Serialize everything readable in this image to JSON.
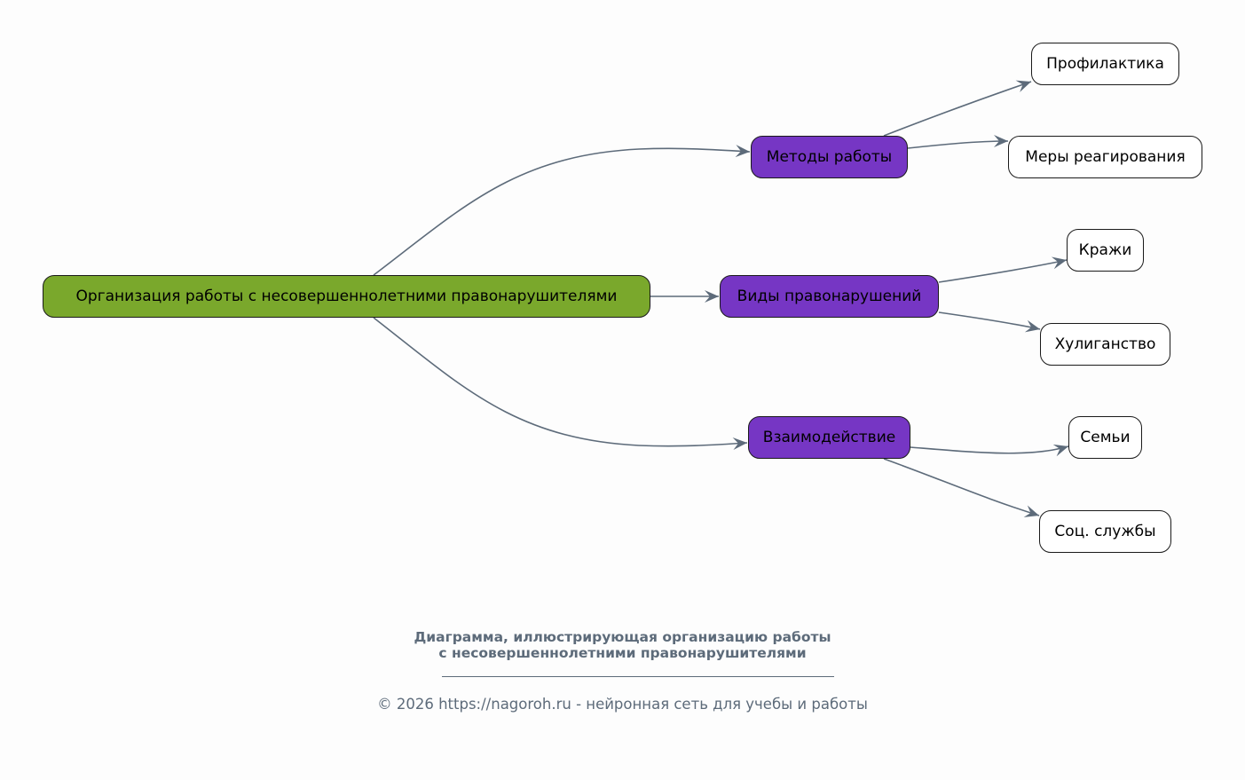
{
  "diagram": {
    "root": {
      "label": "Организация работы с несовершеннолетними правонарушителями",
      "color": "#7aa82c"
    },
    "branches": [
      {
        "label": "Методы работы",
        "color": "#7636c4",
        "children": [
          "Профилактика",
          "Меры реагирования"
        ]
      },
      {
        "label": "Виды правонарушений",
        "color": "#7636c4",
        "children": [
          "Кражи",
          "Хулиганство"
        ]
      },
      {
        "label": "Взаимодействие",
        "color": "#7636c4",
        "children": [
          "Семьи",
          "Соц. службы"
        ]
      }
    ],
    "edge_color": "#5d6b7a"
  },
  "caption": {
    "line1": "Диаграмма, иллюстрирующая организацию работы",
    "line2": "с несовершеннолетними правонарушителями"
  },
  "footer": "© 2026 https://nagoroh.ru - нейронная сеть для учебы и работы"
}
